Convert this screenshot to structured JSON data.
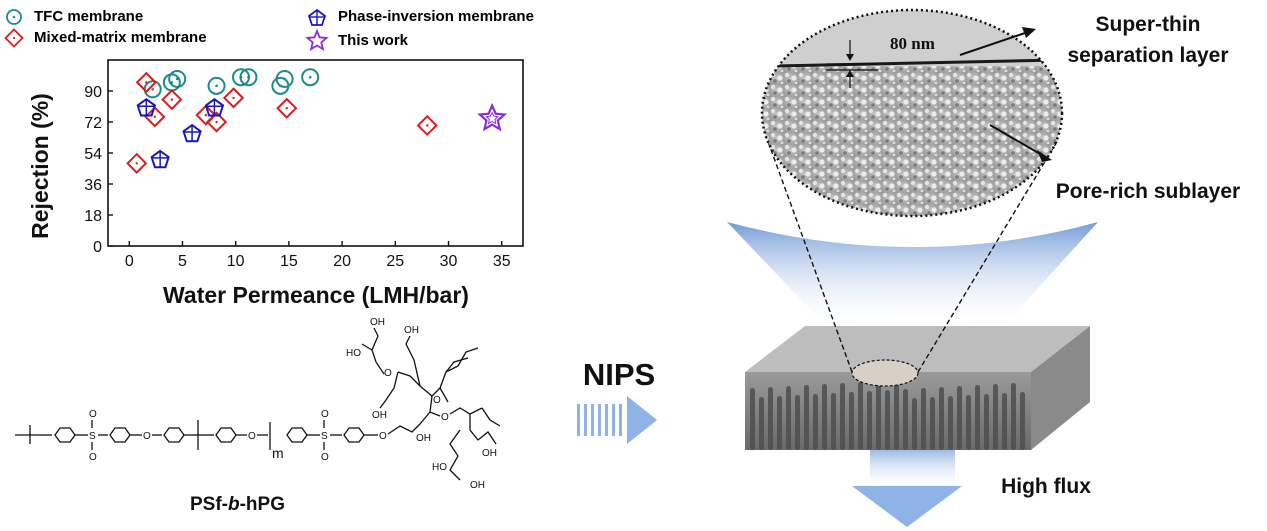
{
  "chart_data": {
    "type": "scatter",
    "xlabel": "Water Permeance (LMH/bar)",
    "ylabel": "Rejection (%)",
    "xlim": [
      -2,
      37
    ],
    "ylim": [
      0,
      108
    ],
    "xticks": [
      0,
      5,
      10,
      15,
      20,
      25,
      30,
      35
    ],
    "yticks": [
      0,
      18,
      36,
      54,
      72,
      90
    ],
    "grid": false,
    "legend_position": "top, above plot (2 columns)",
    "series": [
      {
        "name": "TFC membrane",
        "marker": "circle-dot",
        "color": "#1f8a8a",
        "points": [
          [
            2.2,
            91
          ],
          [
            4.0,
            95
          ],
          [
            4.5,
            97
          ],
          [
            8.2,
            93
          ],
          [
            10.5,
            98
          ],
          [
            11.2,
            98
          ],
          [
            14.2,
            93
          ],
          [
            14.6,
            97
          ],
          [
            17.0,
            98
          ]
        ]
      },
      {
        "name": "Mixed-matrix membrane",
        "marker": "diamond-dot",
        "color": "#d42020",
        "points": [
          [
            0.7,
            48
          ],
          [
            1.6,
            95
          ],
          [
            2.4,
            75
          ],
          [
            4.0,
            85
          ],
          [
            7.2,
            76
          ],
          [
            8.2,
            72
          ],
          [
            9.8,
            86
          ],
          [
            14.8,
            80
          ],
          [
            28.0,
            70
          ]
        ]
      },
      {
        "name": "Phase-inversion membrane",
        "marker": "pentagon-plus",
        "color": "#1a1ab8",
        "points": [
          [
            1.6,
            80
          ],
          [
            2.9,
            50
          ],
          [
            5.9,
            65
          ],
          [
            8.0,
            80
          ]
        ]
      },
      {
        "name": "This work",
        "marker": "star",
        "color": "#8a2be2",
        "points": [
          [
            34.1,
            74
          ]
        ]
      }
    ]
  },
  "labels": {
    "thickness": "80 nm",
    "top_layer": [
      "Super-thin",
      "separation layer"
    ],
    "sublayer": "Pore-rich sublayer",
    "process": "NIPS",
    "flux": "High flux",
    "polymer_name": {
      "pre": "PSf-",
      "italic": "b",
      "post": "-hPG"
    },
    "repeat_unit": "m"
  },
  "colors": {
    "fade_blue": "#6f9bd8",
    "arrow_blue": "#8fb3e6",
    "membrane_top": "#b9b9b9"
  }
}
